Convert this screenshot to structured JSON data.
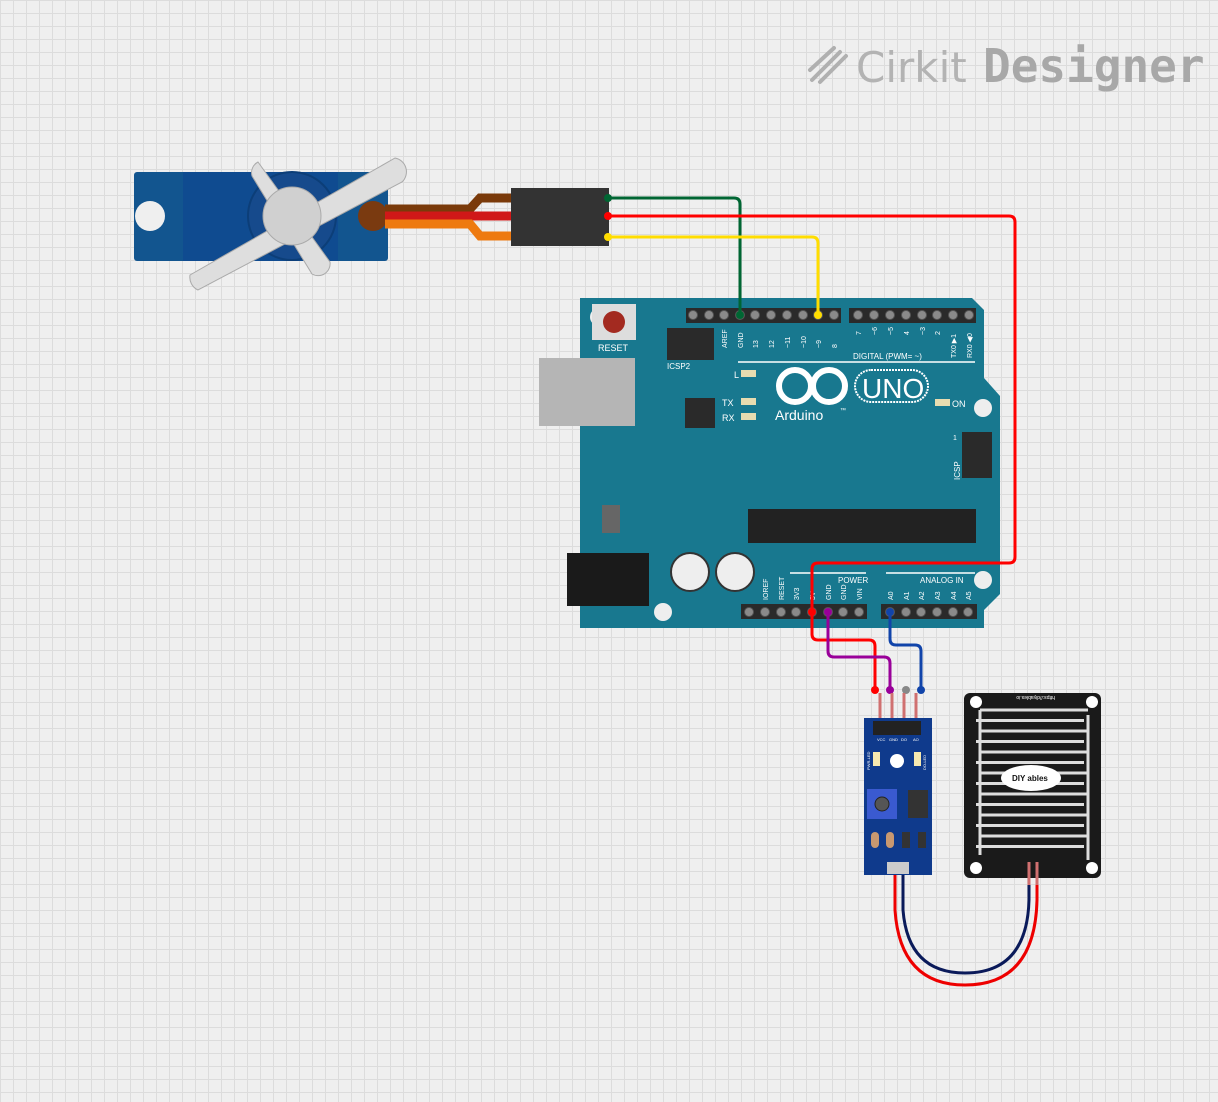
{
  "logo": {
    "brand": "Cirkit",
    "product": "Designer"
  },
  "arduino": {
    "name": "Arduino",
    "model": "UNO",
    "tm": "™",
    "reset": "RESET",
    "icsp2": "ICSP2",
    "icsp": "ICSP",
    "icsp_pin1": "1",
    "led_l": "L",
    "led_tx": "TX",
    "led_rx": "RX",
    "led_on": "ON",
    "digital_label": "DIGITAL (PWM= ~)",
    "digital_pins": [
      "AREF",
      "GND",
      "13",
      "12",
      "~11",
      "~10",
      "~9",
      "8",
      "7",
      "~6",
      "~5",
      "4",
      "~3",
      "2",
      "TX0 ▶1",
      "RX0 ◀0"
    ],
    "power_label": "POWER",
    "analog_label": "ANALOG IN",
    "power_pins": [
      "IOREF",
      "RESET",
      "3V3",
      "5V",
      "GND",
      "GND",
      "VIN"
    ],
    "analog_pins": [
      "A0",
      "A1",
      "A2",
      "A3",
      "A4",
      "A5"
    ]
  },
  "sensor_module": {
    "pins": [
      "VCC",
      "GND",
      "DO",
      "AO"
    ],
    "led1": "PWR-LED",
    "led2": "DO-LED"
  },
  "rain_plate": {
    "url": "https://diyables.io",
    "brand": "DIY ables"
  },
  "wire_colors": {
    "gnd": "#006633",
    "vcc": "#ff0000",
    "signal": "#ffdd00",
    "gnd2": "#990099",
    "analog": "#1144aa"
  }
}
